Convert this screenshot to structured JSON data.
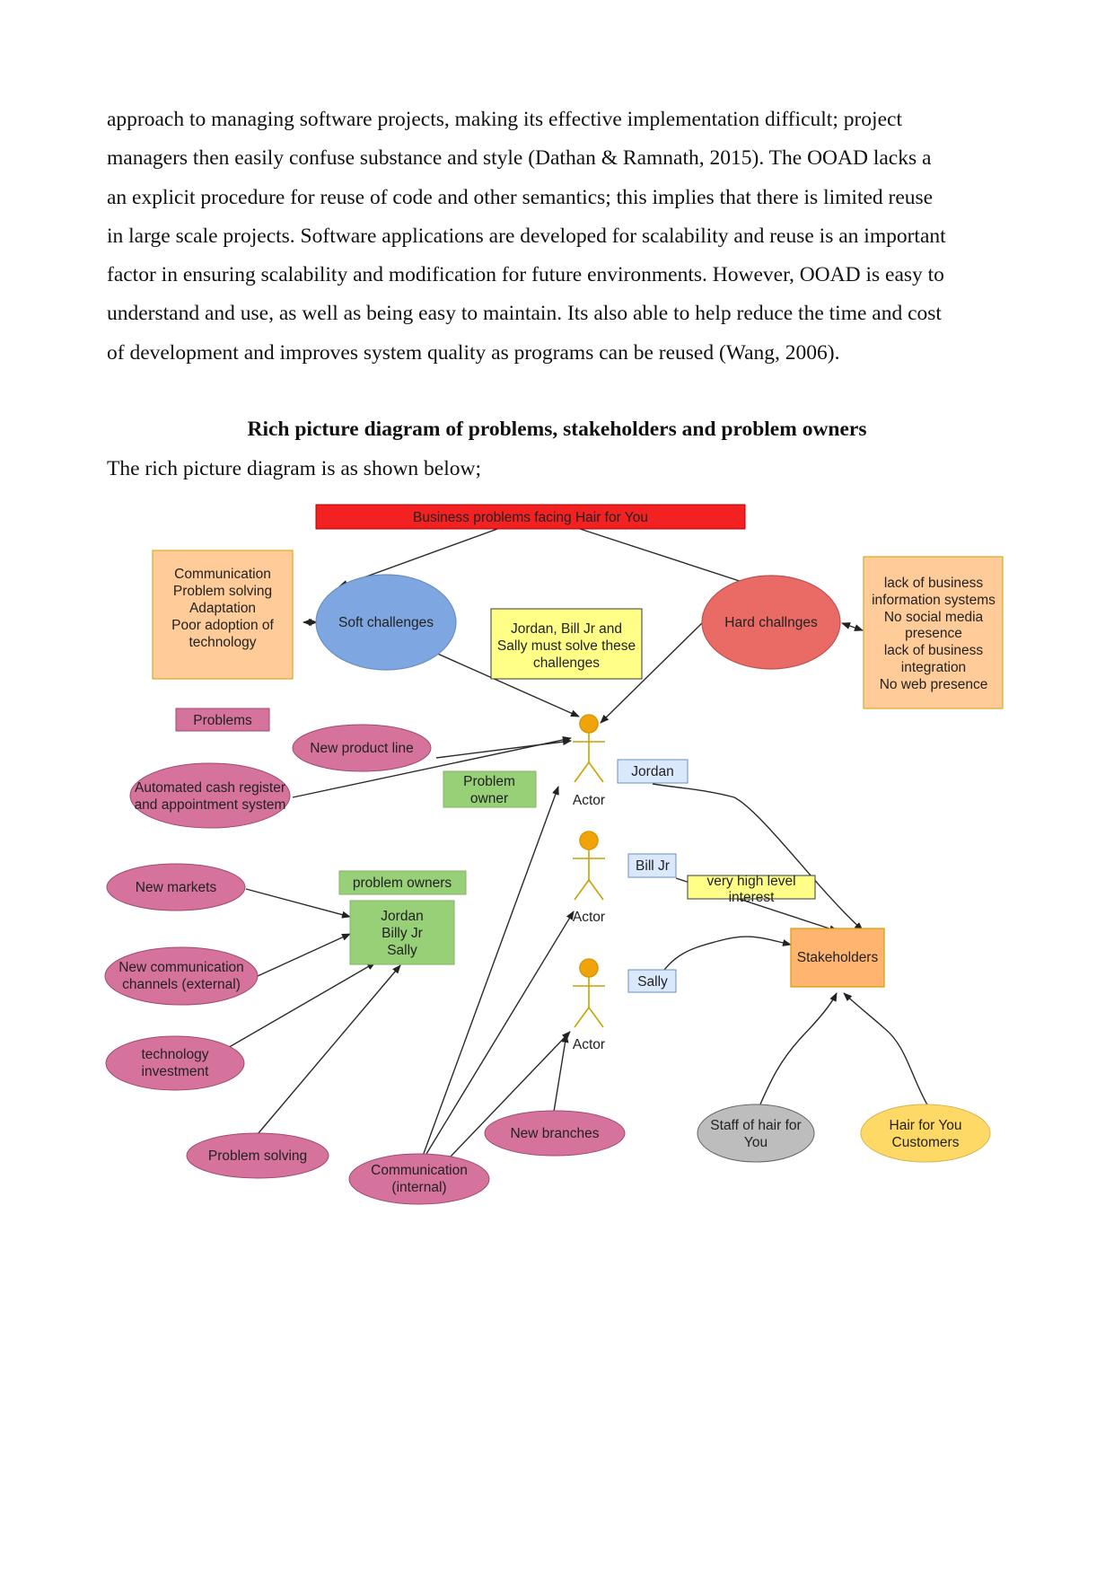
{
  "document": {
    "paragraph_lines": [
      "approach to managing software projects, making its effective implementation difficult; project",
      "managers then easily confuse substance and style (Dathan & Ramnath, 2015). The OOAD lacks a",
      "an explicit procedure for reuse of code and other semantics; this implies that there is limited reuse",
      "in large scale projects. Software applications are developed for scalability and reuse is an important",
      "factor in ensuring scalability and modification for future environments. However, OOAD is easy to",
      "understand and use, as well as being easy to maintain. Its also able to help reduce the time and cost",
      "of development and improves system quality as programs can be reused (Wang, 2006)."
    ],
    "section_heading": "Rich picture diagram of problems, stakeholders and problem owners",
    "intro_sentence": "The rich picture diagram is as shown below;"
  },
  "diagram": {
    "title": "Business problems facing Hair for You",
    "soft_challenges": "Soft challenges",
    "hard_challenges": "Hard challnges",
    "soft_list": [
      "Communication",
      "Problem solving",
      "Adaptation",
      "Poor adoption of",
      "technology"
    ],
    "hard_list": [
      "lack of business",
      "information systems",
      "No social media",
      "presence",
      "lack of business",
      "integration",
      "No web presence"
    ],
    "must_solve_note": [
      "Jordan, Bill Jr and",
      "Sally must solve these",
      "challenges"
    ],
    "problems_label": "Problems",
    "problem_owner_label": [
      "Problem",
      "owner"
    ],
    "problem_owners_label": "problem owners",
    "owners_box": [
      "Jordan",
      "Billy Jr",
      "Sally"
    ],
    "actors": [
      "Actor",
      "Actor",
      "Actor"
    ],
    "names": {
      "jordan": "Jordan",
      "bill": "Bill Jr",
      "sally": "Sally"
    },
    "interest_note": [
      "very high level",
      "interest"
    ],
    "stakeholders": "Stakeholders",
    "problems": {
      "new_product_line": "New product line",
      "automated_register": [
        "Automated cash register",
        "and appointment system"
      ],
      "new_markets": "New markets",
      "new_channels": [
        "New communication",
        "channels (external)"
      ],
      "tech_investment": [
        "technology",
        "investment"
      ],
      "problem_solving": "Problem solving",
      "communication_internal": [
        "Communication",
        "(internal)"
      ],
      "new_branches": "New branches"
    },
    "staff": [
      "Staff of hair for",
      "You"
    ],
    "customers": [
      "Hair for You",
      "Customers"
    ],
    "colors": {
      "title_bar": "#f32121",
      "soft": "#7ea6e0",
      "hard": "#ea6b66",
      "orange_box": "#ffcc99",
      "note_yellow": "#ffff88",
      "green": "#97d077",
      "pink": "#d5739d",
      "name_blue": "#dae8fc",
      "stakeholders": "#ffb570",
      "actor": "#f0a30a",
      "grey": "#bdbdbd",
      "gold": "#ffd966"
    }
  }
}
